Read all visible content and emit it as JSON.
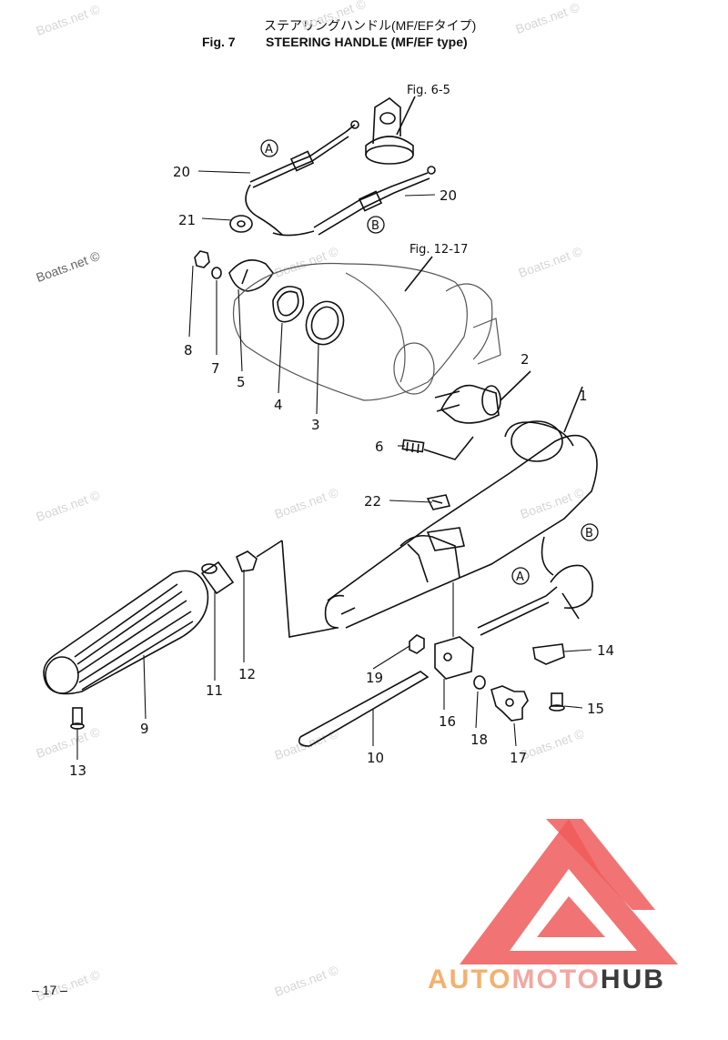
{
  "header": {
    "jp_title": "ステアリングハンドル(MF/EFタイプ)",
    "fig_label": "Fig. 7",
    "title": "STEERING HANDLE (MF/EF type)"
  },
  "refs": {
    "fig_6_5": "Fig. 6-5",
    "fig_12_17": "Fig. 12-17",
    "mark_a": "A",
    "mark_b": "B"
  },
  "parts": [
    "1",
    "2",
    "3",
    "4",
    "5",
    "6",
    "7",
    "8",
    "9",
    "10",
    "11",
    "12",
    "13",
    "14",
    "15",
    "16",
    "17",
    "18",
    "19",
    "20",
    "20",
    "21",
    "22"
  ],
  "watermark": "Boats.net ©",
  "page_number": "– 17 –",
  "logo": {
    "part1": "AUTO",
    "part2": "MOTO",
    "part3": "HUB",
    "mark_color": "#f05a5a"
  }
}
